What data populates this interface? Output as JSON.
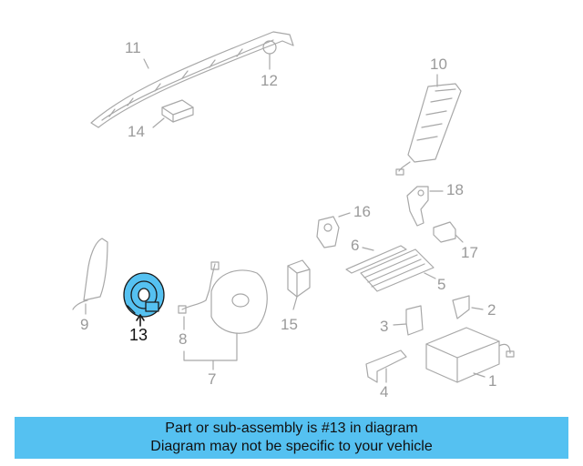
{
  "callouts": {
    "c1": "1",
    "c2": "2",
    "c3": "3",
    "c4": "4",
    "c5": "5",
    "c6": "6",
    "c7": "7",
    "c8": "8",
    "c9": "9",
    "c10": "10",
    "c11": "11",
    "c12": "12",
    "c13": "13",
    "c14": "14",
    "c15": "15",
    "c16": "16",
    "c17": "17",
    "c18": "18"
  },
  "highlight": {
    "part": "13",
    "color": "#55c1f1"
  },
  "banner": {
    "line1": "Part or sub-assembly is #13 in diagram",
    "line2": "Diagram may not be specific to your vehicle",
    "color": "#55c1f1"
  }
}
